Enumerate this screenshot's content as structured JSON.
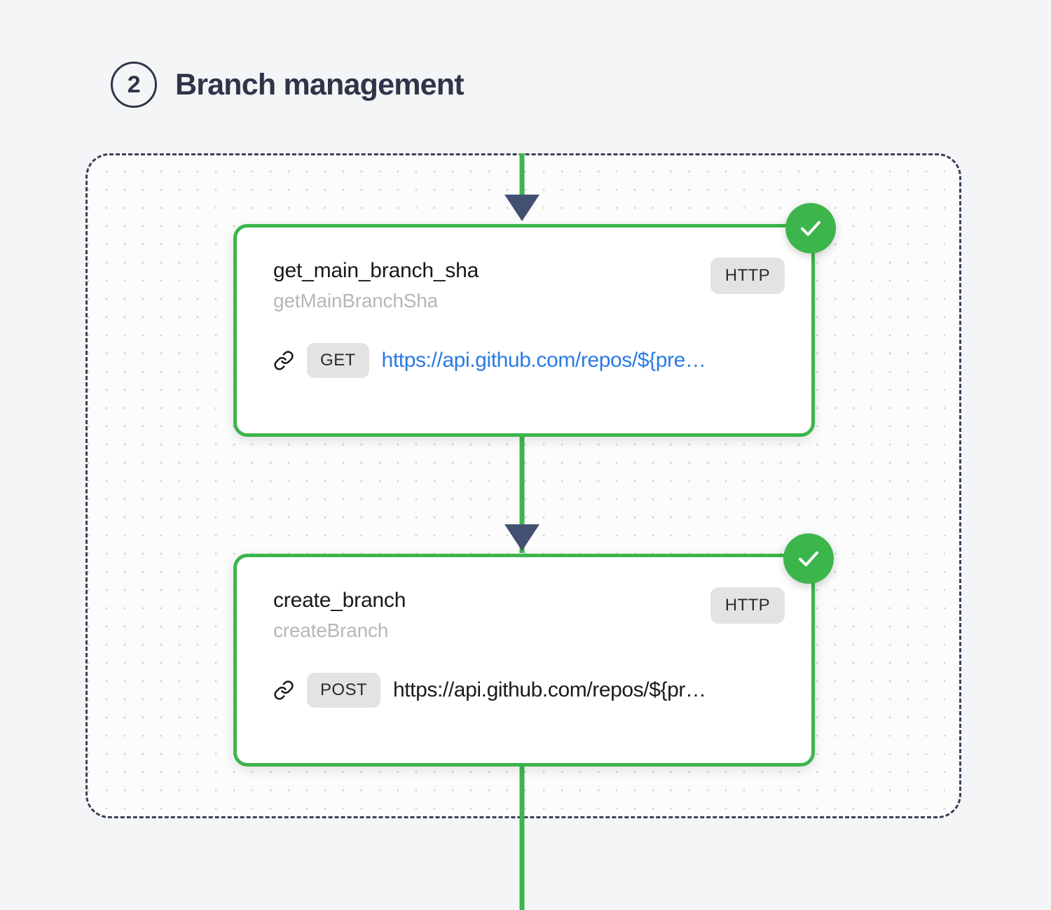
{
  "header": {
    "step_number": "2",
    "title": "Branch management"
  },
  "colors": {
    "accent_green": "#3cb54b",
    "arrow_navy": "#445072",
    "border_navy": "#3b4156",
    "link_blue": "#2a7ae4",
    "badge_gray": "#e3e3e3",
    "page_background": "#f4f5f6",
    "canvas_background": "#fcfcfc"
  },
  "workflow": {
    "nodes": [
      {
        "title": "get_main_branch_sha",
        "subtitle": "getMainBranchSha",
        "type_badge": "HTTP",
        "method": "GET",
        "url": "https://api.github.com/repos/${pre…",
        "url_style": "link",
        "status": "success",
        "link_icon": "link-icon",
        "status_icon": "check-icon"
      },
      {
        "title": "create_branch",
        "subtitle": "createBranch",
        "type_badge": "HTTP",
        "method": "POST",
        "url": "https://api.github.com/repos/${pr…",
        "url_style": "plain",
        "status": "success",
        "link_icon": "link-icon",
        "status_icon": "check-icon"
      }
    ]
  }
}
